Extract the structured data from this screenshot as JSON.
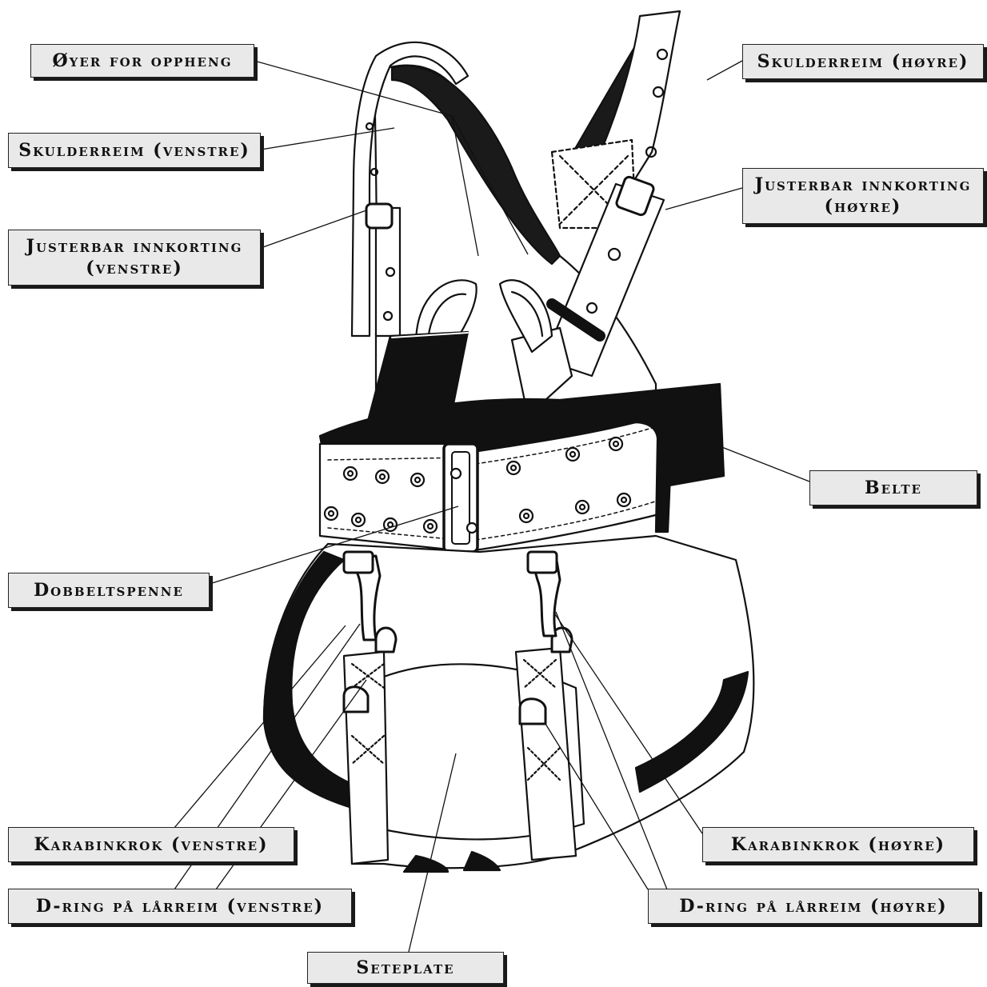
{
  "labels": {
    "suspension_eyes": "Øyer for oppheng",
    "shoulder_strap_left": "Skulderreim (venstre)",
    "adjustable_shortening_left": [
      "Justerbar innkorting",
      "(venstre)"
    ],
    "shoulder_strap_right": "Skulderreim (høyre)",
    "adjustable_shortening_right": [
      "Justerbar innkorting",
      "(høyre)"
    ],
    "belt": "Belte",
    "double_buckle": "Dobbeltspenne",
    "carabiner_left": "Karabinkrok (venstre)",
    "thigh_d_ring_left": "D-ring på lårreim (venstre)",
    "carabiner_right": "Karabinkrok (høyre)",
    "thigh_d_ring_right": "D-ring på lårreim (høyre)",
    "seat_plate": "Seteplate"
  },
  "colors": {
    "ink": "#111111",
    "label_fill": "#e9e9e9",
    "paper": "#ffffff"
  }
}
